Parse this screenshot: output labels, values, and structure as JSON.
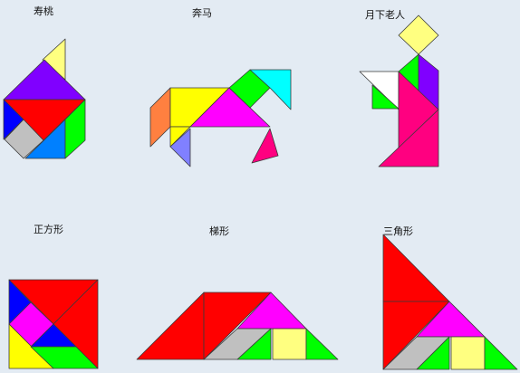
{
  "figures": [
    {
      "id": "shoutao",
      "label": "寿桃"
    },
    {
      "id": "benma",
      "label": "奔马"
    },
    {
      "id": "yuexia",
      "label": "月下老人"
    },
    {
      "id": "square",
      "label": "正方形"
    },
    {
      "id": "trapezoid",
      "label": "梯形"
    },
    {
      "id": "triangle",
      "label": "三角形"
    }
  ],
  "colors": {
    "red": "#ff0000",
    "magenta": "#ff00ff",
    "purple": "#8000ff",
    "blue": "#0000ff",
    "yellow": "#ffff00",
    "cream": "#ffff80",
    "green": "#00ff00",
    "cyan": "#00ffff",
    "orange": "#ff8040",
    "gray": "#c0c0c0",
    "pink": "#ff0080",
    "azure": "#0080ff",
    "lavender": "#8080ff",
    "white": "#ffffff",
    "background": "#e3ebf3"
  }
}
